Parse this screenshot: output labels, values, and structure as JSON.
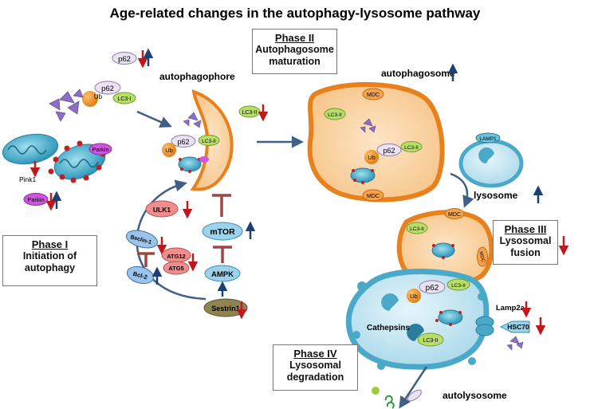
{
  "title": "Age-related changes in the autophagy-lysosome pathway",
  "phases": [
    {
      "label": "Phase I",
      "lines": [
        "Initiation of",
        "autophagy"
      ]
    },
    {
      "label": "Phase II",
      "lines": [
        "Autophagosome",
        "maturation"
      ]
    },
    {
      "label": "Phase III",
      "lines": [
        "Lysosomal",
        "fusion"
      ]
    },
    {
      "label": "Phase IV",
      "lines": [
        "Lysosomal",
        "degradation"
      ]
    }
  ],
  "stage_labels": {
    "autophagophore": "autophagophore",
    "autophagosome": "autophagosome",
    "lysosome": "lysosome",
    "autolysosome": "autolysosome"
  },
  "proteins": {
    "p62": "p62",
    "ub": "Ub",
    "lc3_i": "LC3-I",
    "lc3_ii": "LC3-II",
    "parkin": "Parkin",
    "pink1": "Pink1",
    "ulk1": "ULK1",
    "mtor": "mTOR",
    "beclin1": "Beclin-1",
    "bcl2": "Bcl-2",
    "atg12": "ATG12",
    "atg5": "ATG5",
    "ampk": "AMPK",
    "sestrin1": "Sestrin1",
    "mdc": "MDC",
    "lamp1": "LAMP1",
    "cathepsins": "Cathepsins",
    "lamp2a": "Lamp2a",
    "hsc70": "HSC70"
  },
  "colors": {
    "down_arrow": "#c0191c",
    "up_arrow": "#1d3f73",
    "flow_arrow": "#3f5f86",
    "inhibit": "#a04545",
    "membrane_orange": "#e8801c",
    "lumen_peach": "#fbd9b0",
    "lysosome_blue": "#4aa8c8",
    "lysosome_fill": "#cfe9f4"
  }
}
